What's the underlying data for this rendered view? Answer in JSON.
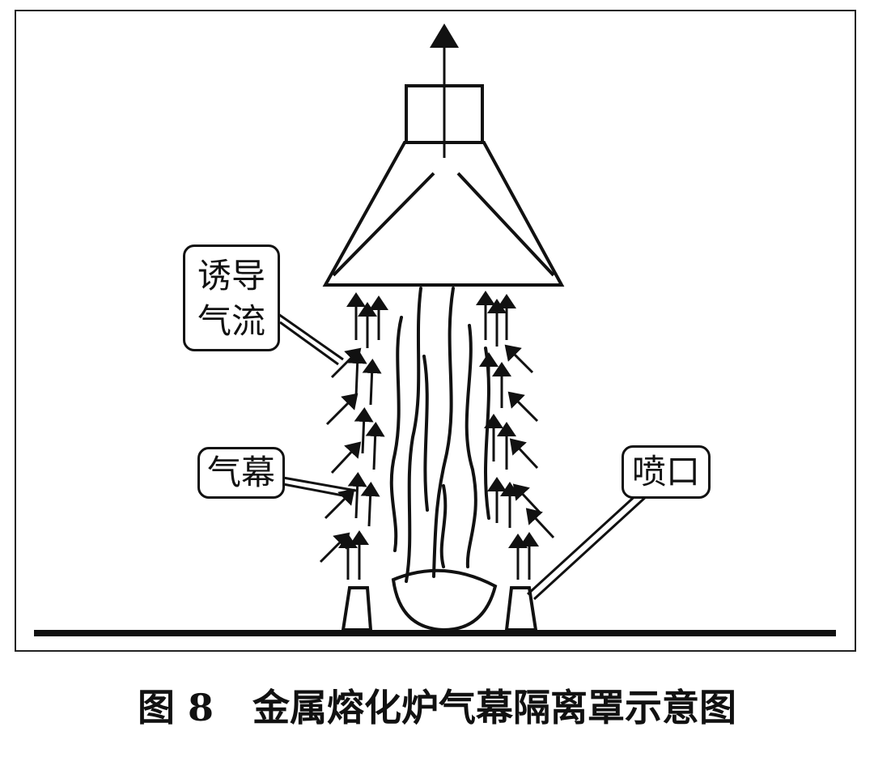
{
  "labels": {
    "induced_airflow_line1": "诱导",
    "induced_airflow_line2": "气流",
    "air_curtain": "气幕",
    "nozzle": "喷口"
  },
  "caption": "图 8   金属熔化炉气幕隔离罩示意图",
  "colors": {
    "ink": "#111111",
    "background": "#ffffff"
  }
}
